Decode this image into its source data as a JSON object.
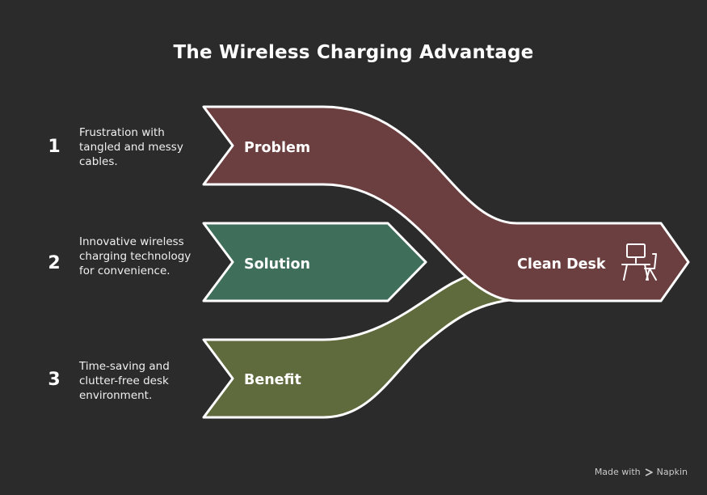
{
  "title": "The Wireless Charging Advantage",
  "steps": [
    {
      "number": "1",
      "description": "Frustration with tangled and messy cables.",
      "label": "Problem",
      "color": "#6b3e3f"
    },
    {
      "number": "2",
      "description": "Innovative wireless charging technology for convenience.",
      "label": "Solution",
      "color": "#3f6f5b"
    },
    {
      "number": "3",
      "description": "Time-saving and clutter-free desk environment.",
      "label": "Benefit",
      "color": "#5f6b3c"
    }
  ],
  "outcome": {
    "label": "Clean Desk",
    "icon": "desk-computer-icon",
    "color": "#6b3e3f"
  },
  "footer": {
    "made_with": "Made with",
    "brand": "Napkin"
  }
}
